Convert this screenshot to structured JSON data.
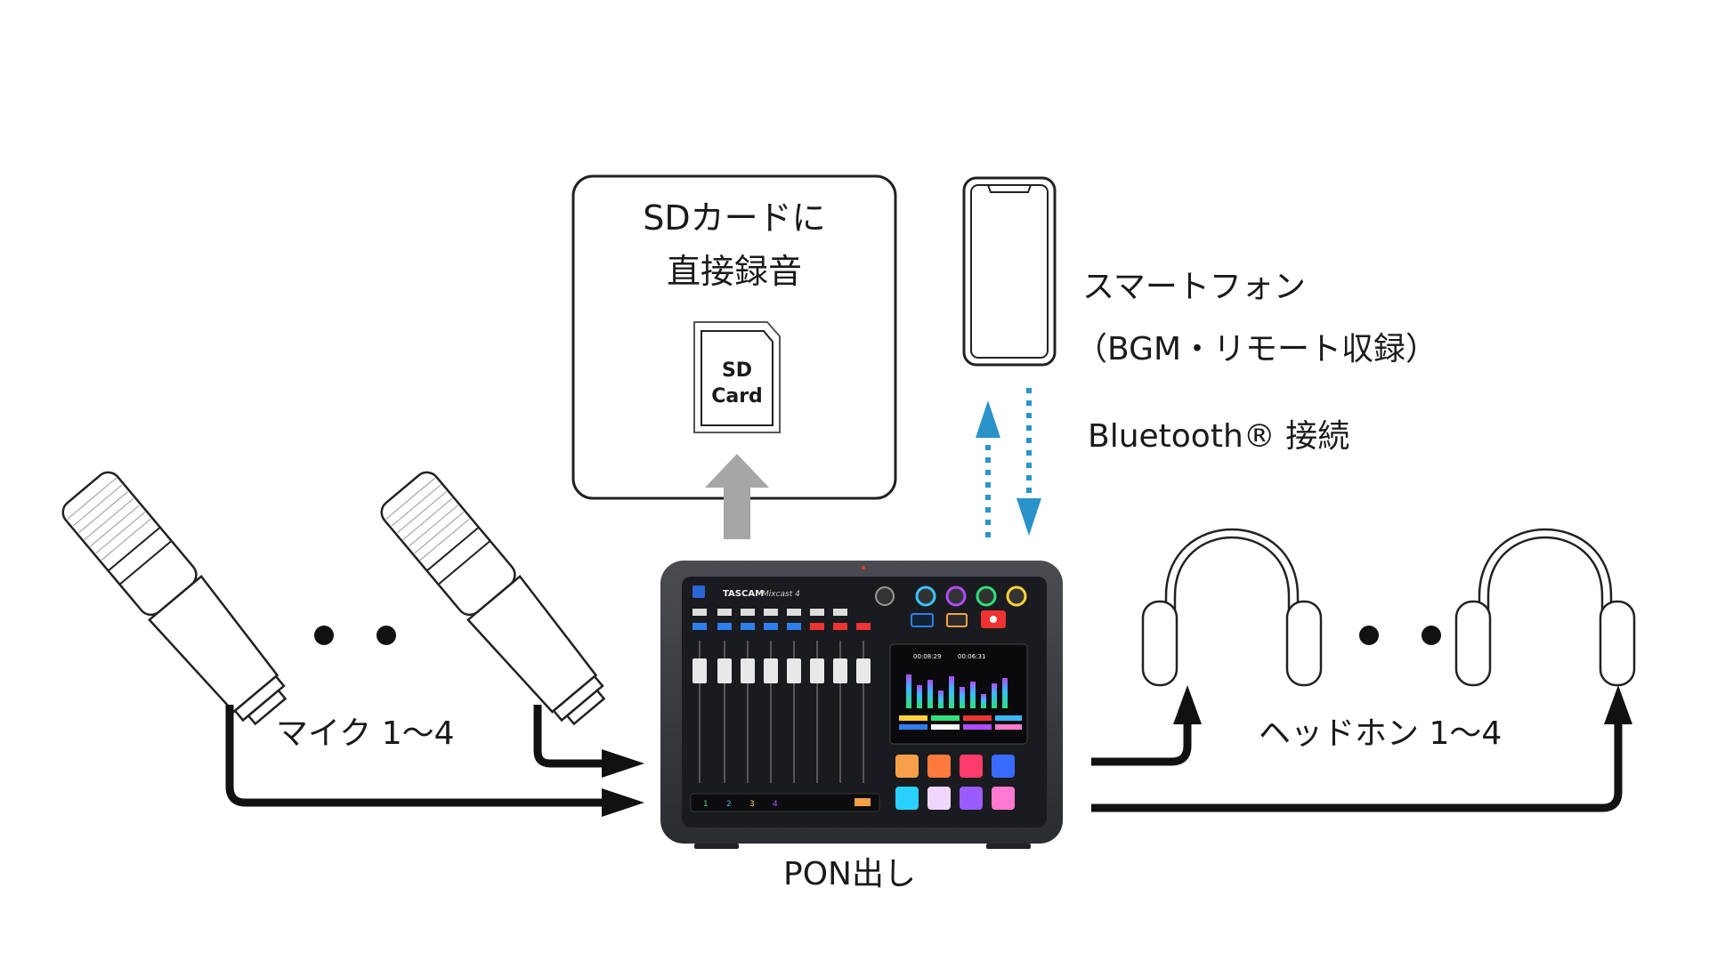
{
  "sd_box": {
    "line1": "SDカードに",
    "line2": "直接録音",
    "card_line1": "SD",
    "card_line2": "Card"
  },
  "smartphone": {
    "line1": "スマートフォン",
    "line2": "（BGM・リモート収録）",
    "bluetooth": "Bluetooth® 接続"
  },
  "mic_label": "マイク 1〜4",
  "headphone_label": "ヘッドホン 1〜4",
  "pon_label": "PON出し",
  "device": {
    "brand": "TASCAM",
    "model": "Mixcast 4",
    "time_elapsed": "00:08:29",
    "time_remaining": "00:06:31",
    "channel_numbers": [
      "1",
      "2",
      "3",
      "4"
    ],
    "pad_colors": [
      "#f6a04a",
      "#ff7a3c",
      "#ff3b6b",
      "#3a6bff",
      "#2ad0ff",
      "#f0d6ff",
      "#9a5cff",
      "#ff7ad0"
    ]
  },
  "colors": {
    "bluetooth_arrow": "#2a93c9",
    "sd_arrow": "#a6a6a6",
    "signal_arrow": "#111111"
  }
}
